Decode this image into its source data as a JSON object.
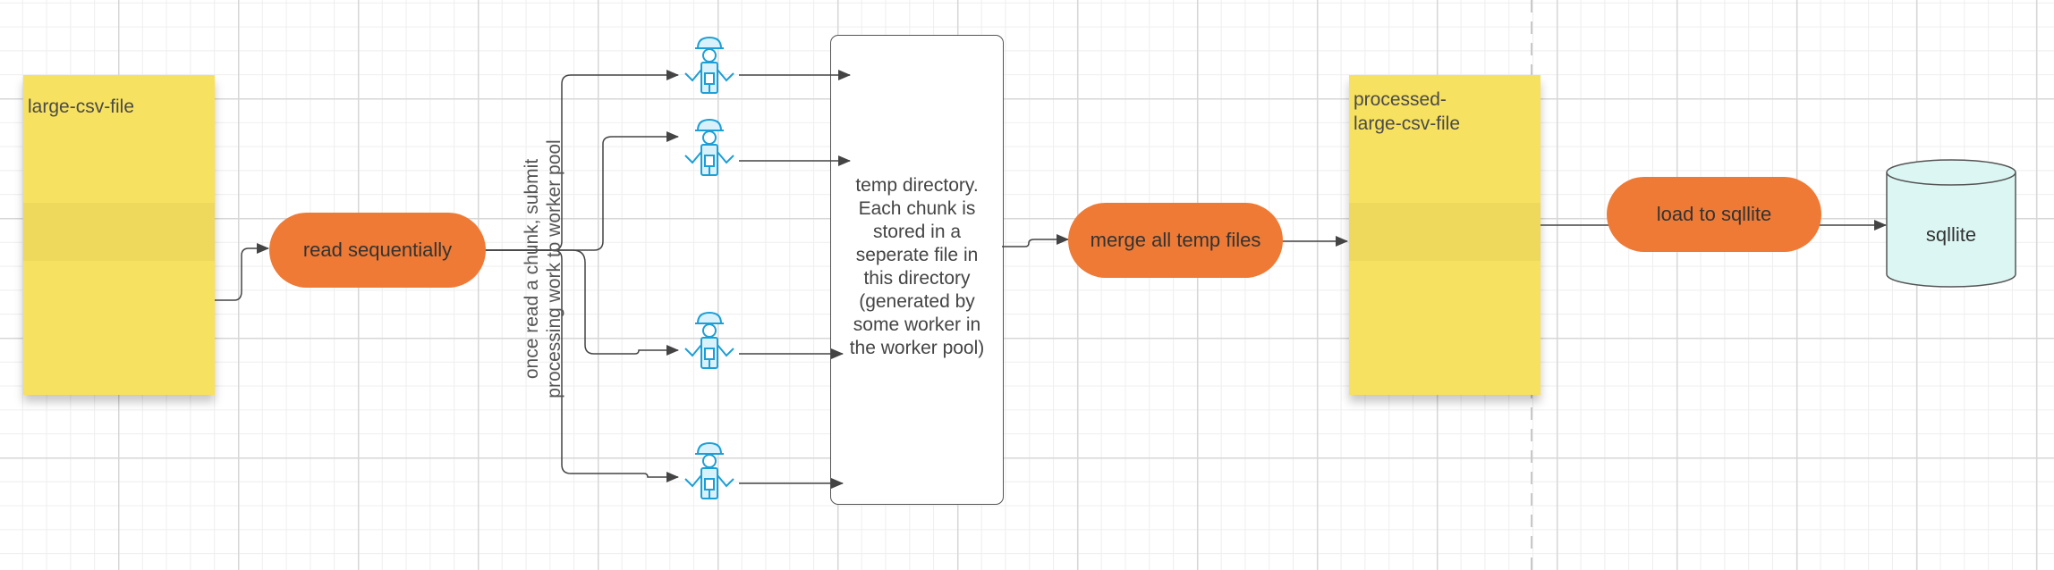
{
  "nodes": {
    "input_file": "large-csv-file",
    "read_step": "read sequentially",
    "chunk_note": [
      "once read a chunk, submit",
      "processing work to worker pool"
    ],
    "temp_dir": [
      "temp directory.",
      "Each chunk is",
      "stored in a",
      "seperate file in",
      "this directory",
      "(generated by",
      "some worker in",
      "the worker pool)"
    ],
    "merge_step": "merge all temp files",
    "output_file": [
      "processed-",
      "large-csv-file"
    ],
    "load_step": "load to sqllite",
    "database": "sqllite"
  },
  "workers": [
    "worker-icon",
    "worker-icon",
    "worker-icon",
    "worker-icon"
  ],
  "colors": {
    "sticky": "#f7e160",
    "pill": "#ee7a35",
    "database": "#dcf7f3",
    "worker": "#1c9fd6",
    "connector": "#444444"
  }
}
